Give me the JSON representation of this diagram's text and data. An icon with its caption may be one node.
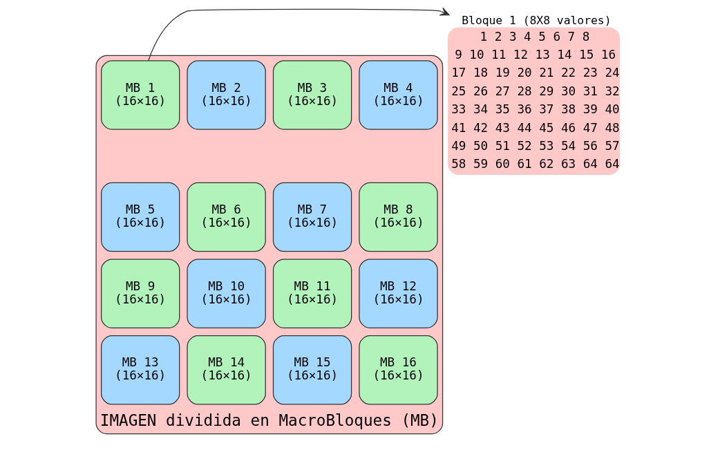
{
  "diagram": {
    "nodes": [
      {
        "text": [
          "IMAGEN dividida en MacroBloques (MB)"
        ]
      },
      {
        "text": [
          "MB 1 (16×16)"
        ],
        "in": 0
      },
      {
        "text": [
          "MB 2 (16×16)"
        ],
        "in": 0
      },
      {
        "text": [
          "MB 3 (16×16)"
        ],
        "in": 0
      },
      {
        "text": [
          "MB 4 (16×16)"
        ],
        "in": 0
      },
      {
        "text": [
          "MB 5 (16×16)"
        ],
        "in": 0
      },
      {
        "text": [
          "MB 6 (16×16)"
        ],
        "in": 0
      },
      {
        "text": [
          "MB 7 (16×16)"
        ],
        "in": 0
      },
      {
        "text": [
          "MB 8 (16×16)"
        ],
        "in": 0
      },
      {
        "text": [
          "MB 9 (16×16)"
        ],
        "in": 0
      },
      {
        "text": [
          "MB 10 (16×16)"
        ],
        "in": 0
      },
      {
        "text": [
          "MB 11 (16×16)"
        ],
        "in": 0
      },
      {
        "text": [
          "MB 12 (16×16)"
        ],
        "in": 0
      },
      {
        "text": [
          "MB 13 (16×16)"
        ],
        "in": 0
      },
      {
        "text": [
          "MB 14 (16×16)"
        ],
        "in": 0
      },
      {
        "text": [
          "MB 15 (16×16)"
        ],
        "in": 0
      },
      {
        "text": [
          "MB 16 (16×16)"
        ],
        "in": 0
      },
      {
        "text": [
          "Bloque 1 (8X8 valores)",
          "1 2 3 4 5 6 7 8",
          "9 10 11 12 13 14 15 16",
          "17 18 19 20 21 22 23 24",
          "25 26 27 28 29 30 31 32",
          "33 34 35 36 37 38 39 40",
          "41 42 43 44 45 46 47 48",
          "49 50 51 52 53 54 56 57",
          "58 59 60 61 62 63 64 64"
        ]
      }
    ],
    "edges": [
      {
        "from": 1,
        "to": 17,
        "arrow": "to"
      }
    ]
  }
}
